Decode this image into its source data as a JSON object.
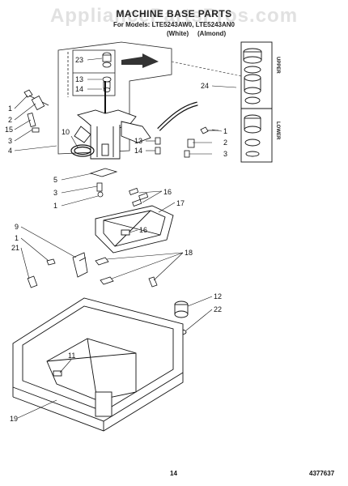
{
  "header": {
    "title": "MACHINE BASE PARTS",
    "models": "For Models: LTE5243AW0, LTE5243AN0",
    "color_white": "(White)",
    "color_almond": "(Almond)"
  },
  "watermark": "AppliancePartsPros.com",
  "callouts": {
    "n23": "23",
    "n13a": "13",
    "n14a": "14",
    "n1a": "1",
    "n2a": "2",
    "n15": "15",
    "n3a": "3",
    "n4": "4",
    "n10": "10",
    "n24": "24",
    "n1b": "1",
    "n2b": "2",
    "n3b": "3",
    "n13b": "13",
    "n14b": "14",
    "n5": "5",
    "n3c": "3",
    "n1c": "1",
    "n16a": "16",
    "n17": "17",
    "n16b": "16",
    "n9": "9",
    "n1d": "1",
    "n21": "21",
    "n18": "18",
    "n12": "12",
    "n22": "22",
    "n11": "11",
    "n19": "19"
  },
  "inset": {
    "upper_label": "UPPER",
    "lower_label": "LOWER"
  },
  "footer": {
    "page_number": "14",
    "part_number": "4377637"
  }
}
